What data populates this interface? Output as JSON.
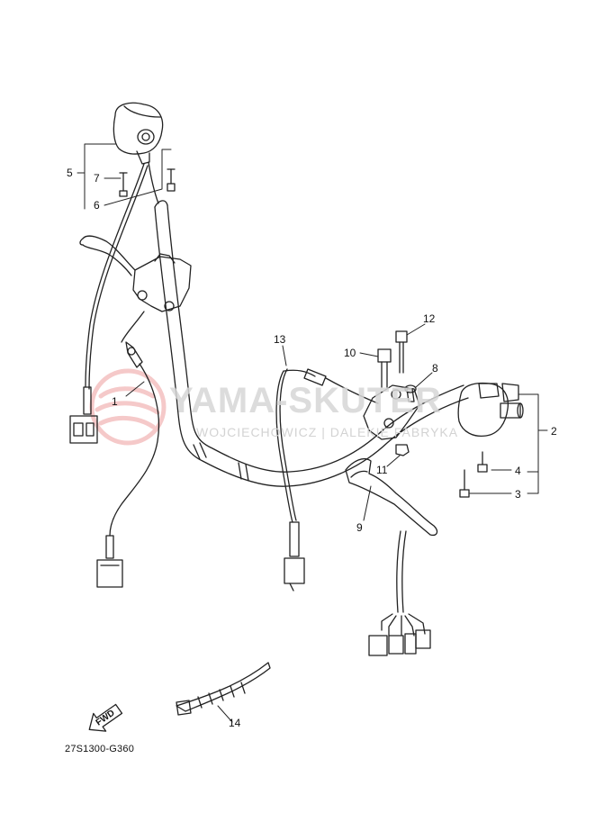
{
  "diagram": {
    "drawing_code": "27S1300-G360",
    "fwd_label": "FWD",
    "watermark": {
      "main": "YAMA-SKUTER",
      "sub": "WOJCIECHOWICZ | DALEKIE FABRYKA"
    },
    "callouts": [
      "1",
      "2",
      "3",
      "4",
      "5",
      "6",
      "7",
      "8",
      "9",
      "10",
      "11",
      "12",
      "13",
      "14"
    ]
  }
}
